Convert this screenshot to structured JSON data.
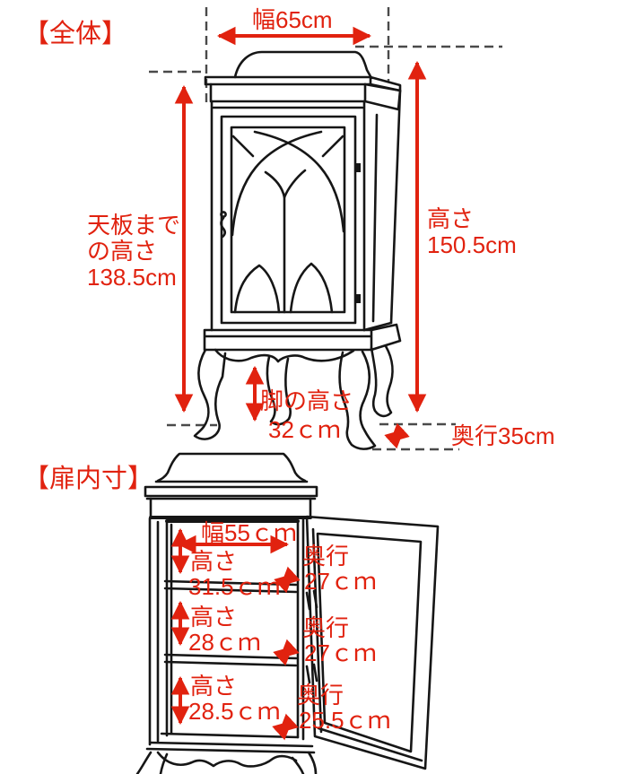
{
  "colors": {
    "annotation_red": "#e1220f",
    "line_art_black": "#161616",
    "dash_gray": "#4a4a4a",
    "background": "#ffffff"
  },
  "overall": {
    "title": "【全体】",
    "width_label": "幅65cm",
    "height_label": "高さ",
    "height_value": "150.5cm",
    "top_height_label_1": "天板まで",
    "top_height_label_2": "の高さ",
    "top_height_value": "138.5cm",
    "leg_height_label": "脚の高さ",
    "leg_height_value": "32ｃｍ",
    "depth_label": "奥行35cm"
  },
  "door_inside": {
    "title": "【扉内寸】",
    "width_label": "幅55ｃｍ",
    "shelves": [
      {
        "height_label": "高さ",
        "height_value": "31.5ｃｍ",
        "depth_label": "奥行",
        "depth_value": "27ｃｍ"
      },
      {
        "height_label": "高さ",
        "height_value": "28ｃｍ",
        "depth_label": "奥行",
        "depth_value": "27ｃｍ"
      },
      {
        "height_label": "高さ",
        "height_value": "28.5ｃｍ",
        "depth_label": "奥行",
        "depth_value": "25.5ｃｍ"
      }
    ]
  }
}
